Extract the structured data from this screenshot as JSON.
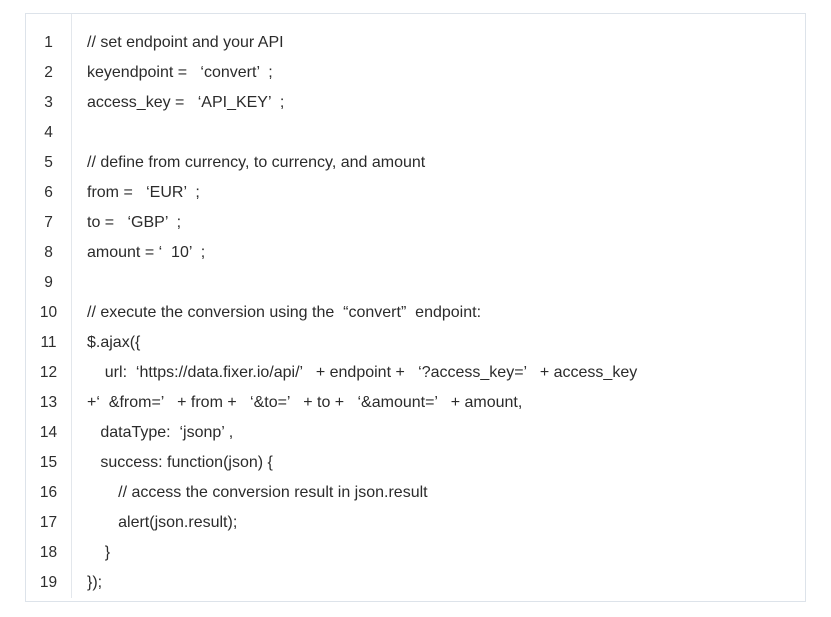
{
  "panel": {
    "background_color": "#ffffff",
    "border_color": "#dde3ea",
    "gutter_divider_color": "#e3e7ec",
    "text_color": "#2b2b2b",
    "line_number_color": "#2e2e2e"
  },
  "code_block": {
    "language_hint": "javascript",
    "total_lines": 19,
    "lines": [
      {
        "number": "1",
        "text": "// set endpoint and your API"
      },
      {
        "number": "2",
        "text": "keyendpoint =   ‘convert’  ;"
      },
      {
        "number": "3",
        "text": "access_key =   ‘API_KEY’  ;"
      },
      {
        "number": "4",
        "text": ""
      },
      {
        "number": "5",
        "text": "// define from currency, to currency, and amount"
      },
      {
        "number": "6",
        "text": "from =   ‘EUR’  ;"
      },
      {
        "number": "7",
        "text": "to =   ‘GBP’  ;"
      },
      {
        "number": "8",
        "text": "amount = ‘  10’  ;"
      },
      {
        "number": "9",
        "text": ""
      },
      {
        "number": "10",
        "text": "// execute the conversion using the  “convert”  endpoint:"
      },
      {
        "number": "11",
        "text": "$.ajax({"
      },
      {
        "number": "12",
        "text": "    url:  ‘https://data.fixer.io/api/’   + endpoint +   ‘?access_key=’   + access_key"
      },
      {
        "number": "13",
        "text": "+‘  &from=’   + from +   ‘&to=’   + to +   ‘&amount=’   + amount,"
      },
      {
        "number": "14",
        "text": "   dataType:  ‘jsonp’ ,"
      },
      {
        "number": "15",
        "text": "   success: function(json) {"
      },
      {
        "number": "16",
        "text": "       // access the conversion result in json.result"
      },
      {
        "number": "17",
        "text": "       alert(json.result);"
      },
      {
        "number": "18",
        "text": "    }"
      },
      {
        "number": "19",
        "text": "});"
      }
    ]
  }
}
